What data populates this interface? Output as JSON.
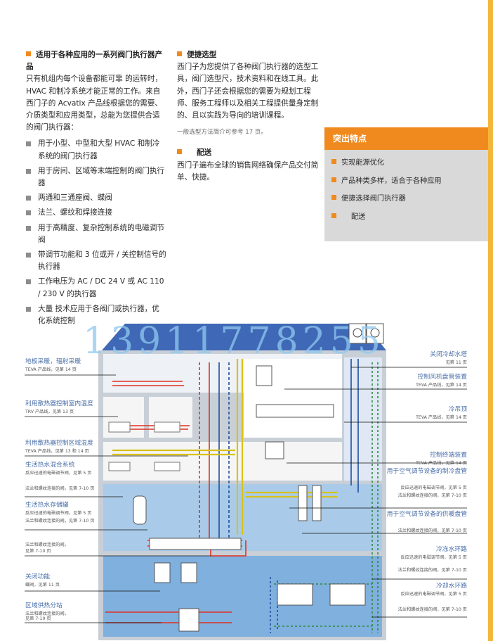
{
  "left_column": {
    "heading": "适用于各种应用的一系列阀门执行器产品",
    "intro": "只有机组内每个设备都能可靠 的运转时，HVAC 和制冷系统才能正常的工作。来自西门子的 Acvatix 产品线根据您的需要、介质类型和应用类型，总能为您提供合适的阀门执行器：",
    "bullets": [
      "用于小型、中型和大型 HVAC 和制冷系统的阀门执行器",
      "用于房间、区域等末端控制的阀门执行器",
      "两通和三通座阀、蝶阀",
      "法兰、螺纹和焊接连接",
      "用于高精度、复杂控制系统的电磁调节阀",
      "带调节功能和 3 位或开 / 关控制信号的执行器",
      "工作电压为 AC / DC 24 V 或 AC 110 / 230 V 的执行器",
      "大量 技术应用于各阀门或执行器，优化系统控制"
    ]
  },
  "middle_column": {
    "section1_heading": "便捷选型",
    "section1_text": "西门子为您提供了各种阀门执行器的选型工具，阀门选型尺，技术资料和在线工具。此外，西门子还会根据您的需要为规划工程师、服务工程师以及相关工程提供量身定制的、且以实践为导向的培训课程。",
    "section1_note": "一般选型方法简介可参考 17 页。",
    "section2_heading": "配送",
    "section2_text": "西门子遍布全球的销售网络确保产品交付简单、快捷。"
  },
  "highlights_panel": {
    "title": "突出特点",
    "items": [
      "实现能源优化",
      "产品种类多样，适合于各种应用",
      "便捷选择阀门执行器",
      "配送"
    ]
  },
  "watermark": "13911778255",
  "diagram": {
    "left_labels": [
      {
        "title": "地板采暖，辐射采暖",
        "sub1": "TEVA 产品线，见第 14 页",
        "sub2": ""
      },
      {
        "title": "利用散热器控制室内温度",
        "sub1": "TRV 产品线，见第 13 页",
        "sub2": ""
      },
      {
        "title": "利用散热器控制区域温度",
        "sub1": "TEVA 产品线，见第 13 和 14 页",
        "sub2": ""
      },
      {
        "title": "生活热水混合系统",
        "sub1": "反应迅速的电磁调节阀，见第 5 页",
        "sub2": "法兰和螺纹连接的阀，见第 7-10 页"
      },
      {
        "title": "生活热水存储罐",
        "sub1": "反应迅速的电磁调节阀，见第 5 页",
        "sub2": "法兰和螺纹连接的阀，见第 7-10 页"
      },
      {
        "title": "",
        "sub1": "法兰和螺纹连接的阀，",
        "sub2": "见第 7-10 页"
      },
      {
        "title": "关闭功能",
        "sub1": "蝶阀，见第 11 页",
        "sub2": ""
      },
      {
        "title": "区域供热分站",
        "sub1": "法兰和螺纹连接的阀，",
        "sub2": "见第 7-10 页"
      }
    ],
    "right_labels": [
      {
        "title": "关闭冷却水塔",
        "sub1": "见第 11 页",
        "sub2": ""
      },
      {
        "title": "控制风机盘管装置",
        "sub1": "TEVA 产品线，见第 14 页",
        "sub2": ""
      },
      {
        "title": "冷吊顶",
        "sub1": "TEVA 产品线，见第 14 页",
        "sub2": ""
      },
      {
        "title": "控制终端装置",
        "sub1": "TEVA 产品线，见第 14 页",
        "sub2": ""
      },
      {
        "title": "用于空气调节设备的制冷盘管",
        "sub1": "反应迅速的电磁调节阀，见第 5 页",
        "sub2": "法兰和螺纹连接的阀，见第 7-10 页"
      },
      {
        "title": "用于空气调节设备的供暖盘管",
        "sub1": "法兰和螺纹连接的阀，见第 7-10 页",
        "sub2": ""
      },
      {
        "title": "冷冻水环路",
        "sub1": "反应迅速的电磁调节阀，见第 5 页",
        "sub2": "法兰和螺纹连接的阀，见第 7-10 页"
      },
      {
        "title": "冷却水环路",
        "sub1": "反应迅速的电磁调节阀，见第 5 页",
        "sub2": "法兰和螺纹连接的阀，见第 7-10 页"
      }
    ]
  }
}
